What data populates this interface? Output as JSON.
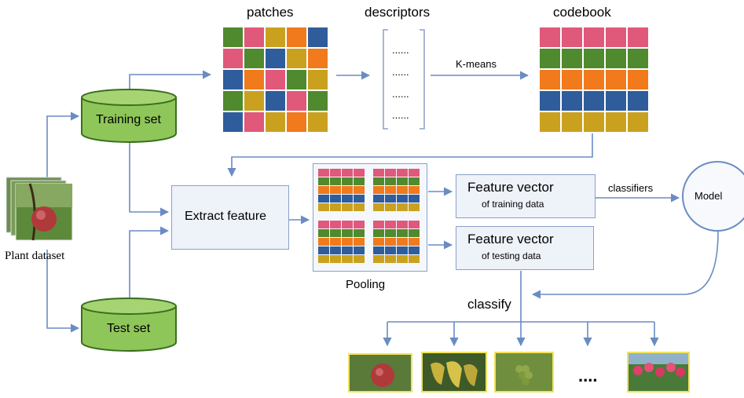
{
  "labels": {
    "patches": "patches",
    "descriptors": "descriptors",
    "codebook": "codebook",
    "kmeans": "K-means",
    "training_set": "Training set",
    "test_set": "Test set",
    "plant_dataset": "Plant dataset",
    "extract_feature": "Extract feature",
    "pooling": "Pooling",
    "fv_training_title": "Feature vector",
    "fv_training_sub": "of training data",
    "fv_testing_title": "Feature vector",
    "fv_testing_sub": "of testing data",
    "classifiers": "classifiers",
    "model": "Model",
    "classify": "classify",
    "ellipsis": "....",
    "desc_dots": "......"
  },
  "icons": {
    "cylinder": "database-cylinder",
    "arrow": "arrow-right",
    "photo": "plant-photo"
  },
  "colors": {
    "cylinder_fill": "#8fc65a",
    "cylinder_stroke": "#3b6f1e",
    "arrow": "#6a8cc4",
    "box_fill": "#eef2f9",
    "box_stroke": "#8aa0c8",
    "tile_pink": "#e0587a",
    "tile_green": "#4f8a2e",
    "tile_orange": "#f07a1c",
    "tile_blue": "#2f5d9b",
    "tile_sunflower": "#c9a11e",
    "photo_border": "#f2e25a"
  }
}
